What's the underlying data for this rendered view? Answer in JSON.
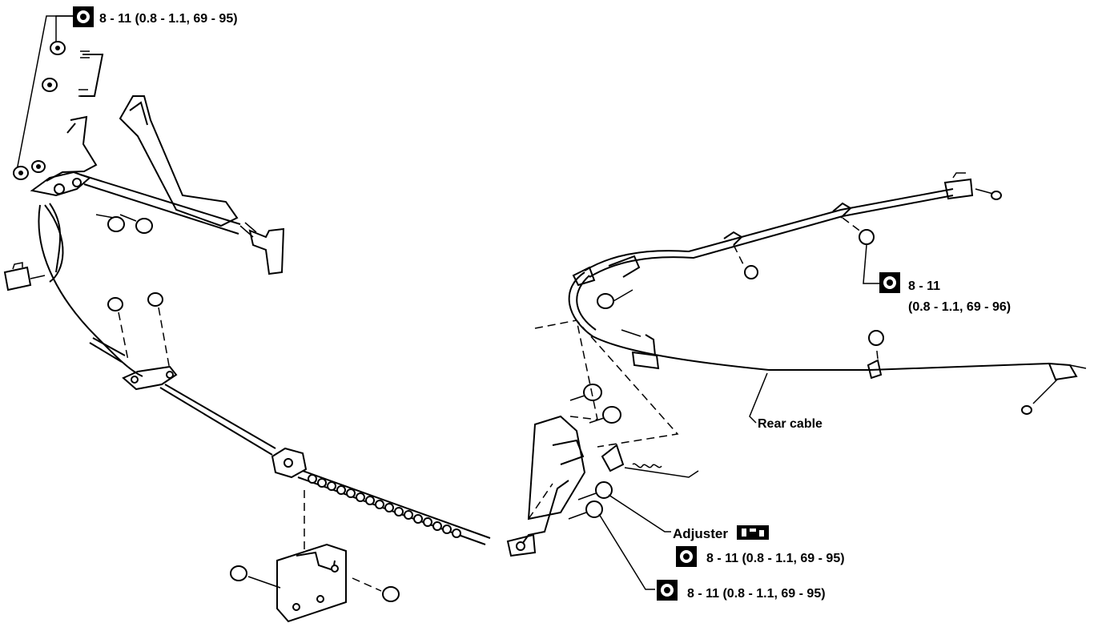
{
  "torque_specs": [
    {
      "text": "8 - 11 (0.8 - 1.1, 69 - 95)"
    },
    {
      "line1": "8 - 11",
      "line2": "(0.8 - 1.1, 69 - 96)"
    },
    {
      "text": "8 - 11 (0.8 - 1.1, 69 - 95)"
    },
    {
      "text": "8 - 11 (0.8 - 1.1, 69 - 95)"
    }
  ],
  "labels": {
    "rear_cable": "Rear cable",
    "adjuster": "Adjuster"
  },
  "icons": {
    "torque": "torque-wrench-icon",
    "adjust_tag": "adjust-tag-icon"
  }
}
